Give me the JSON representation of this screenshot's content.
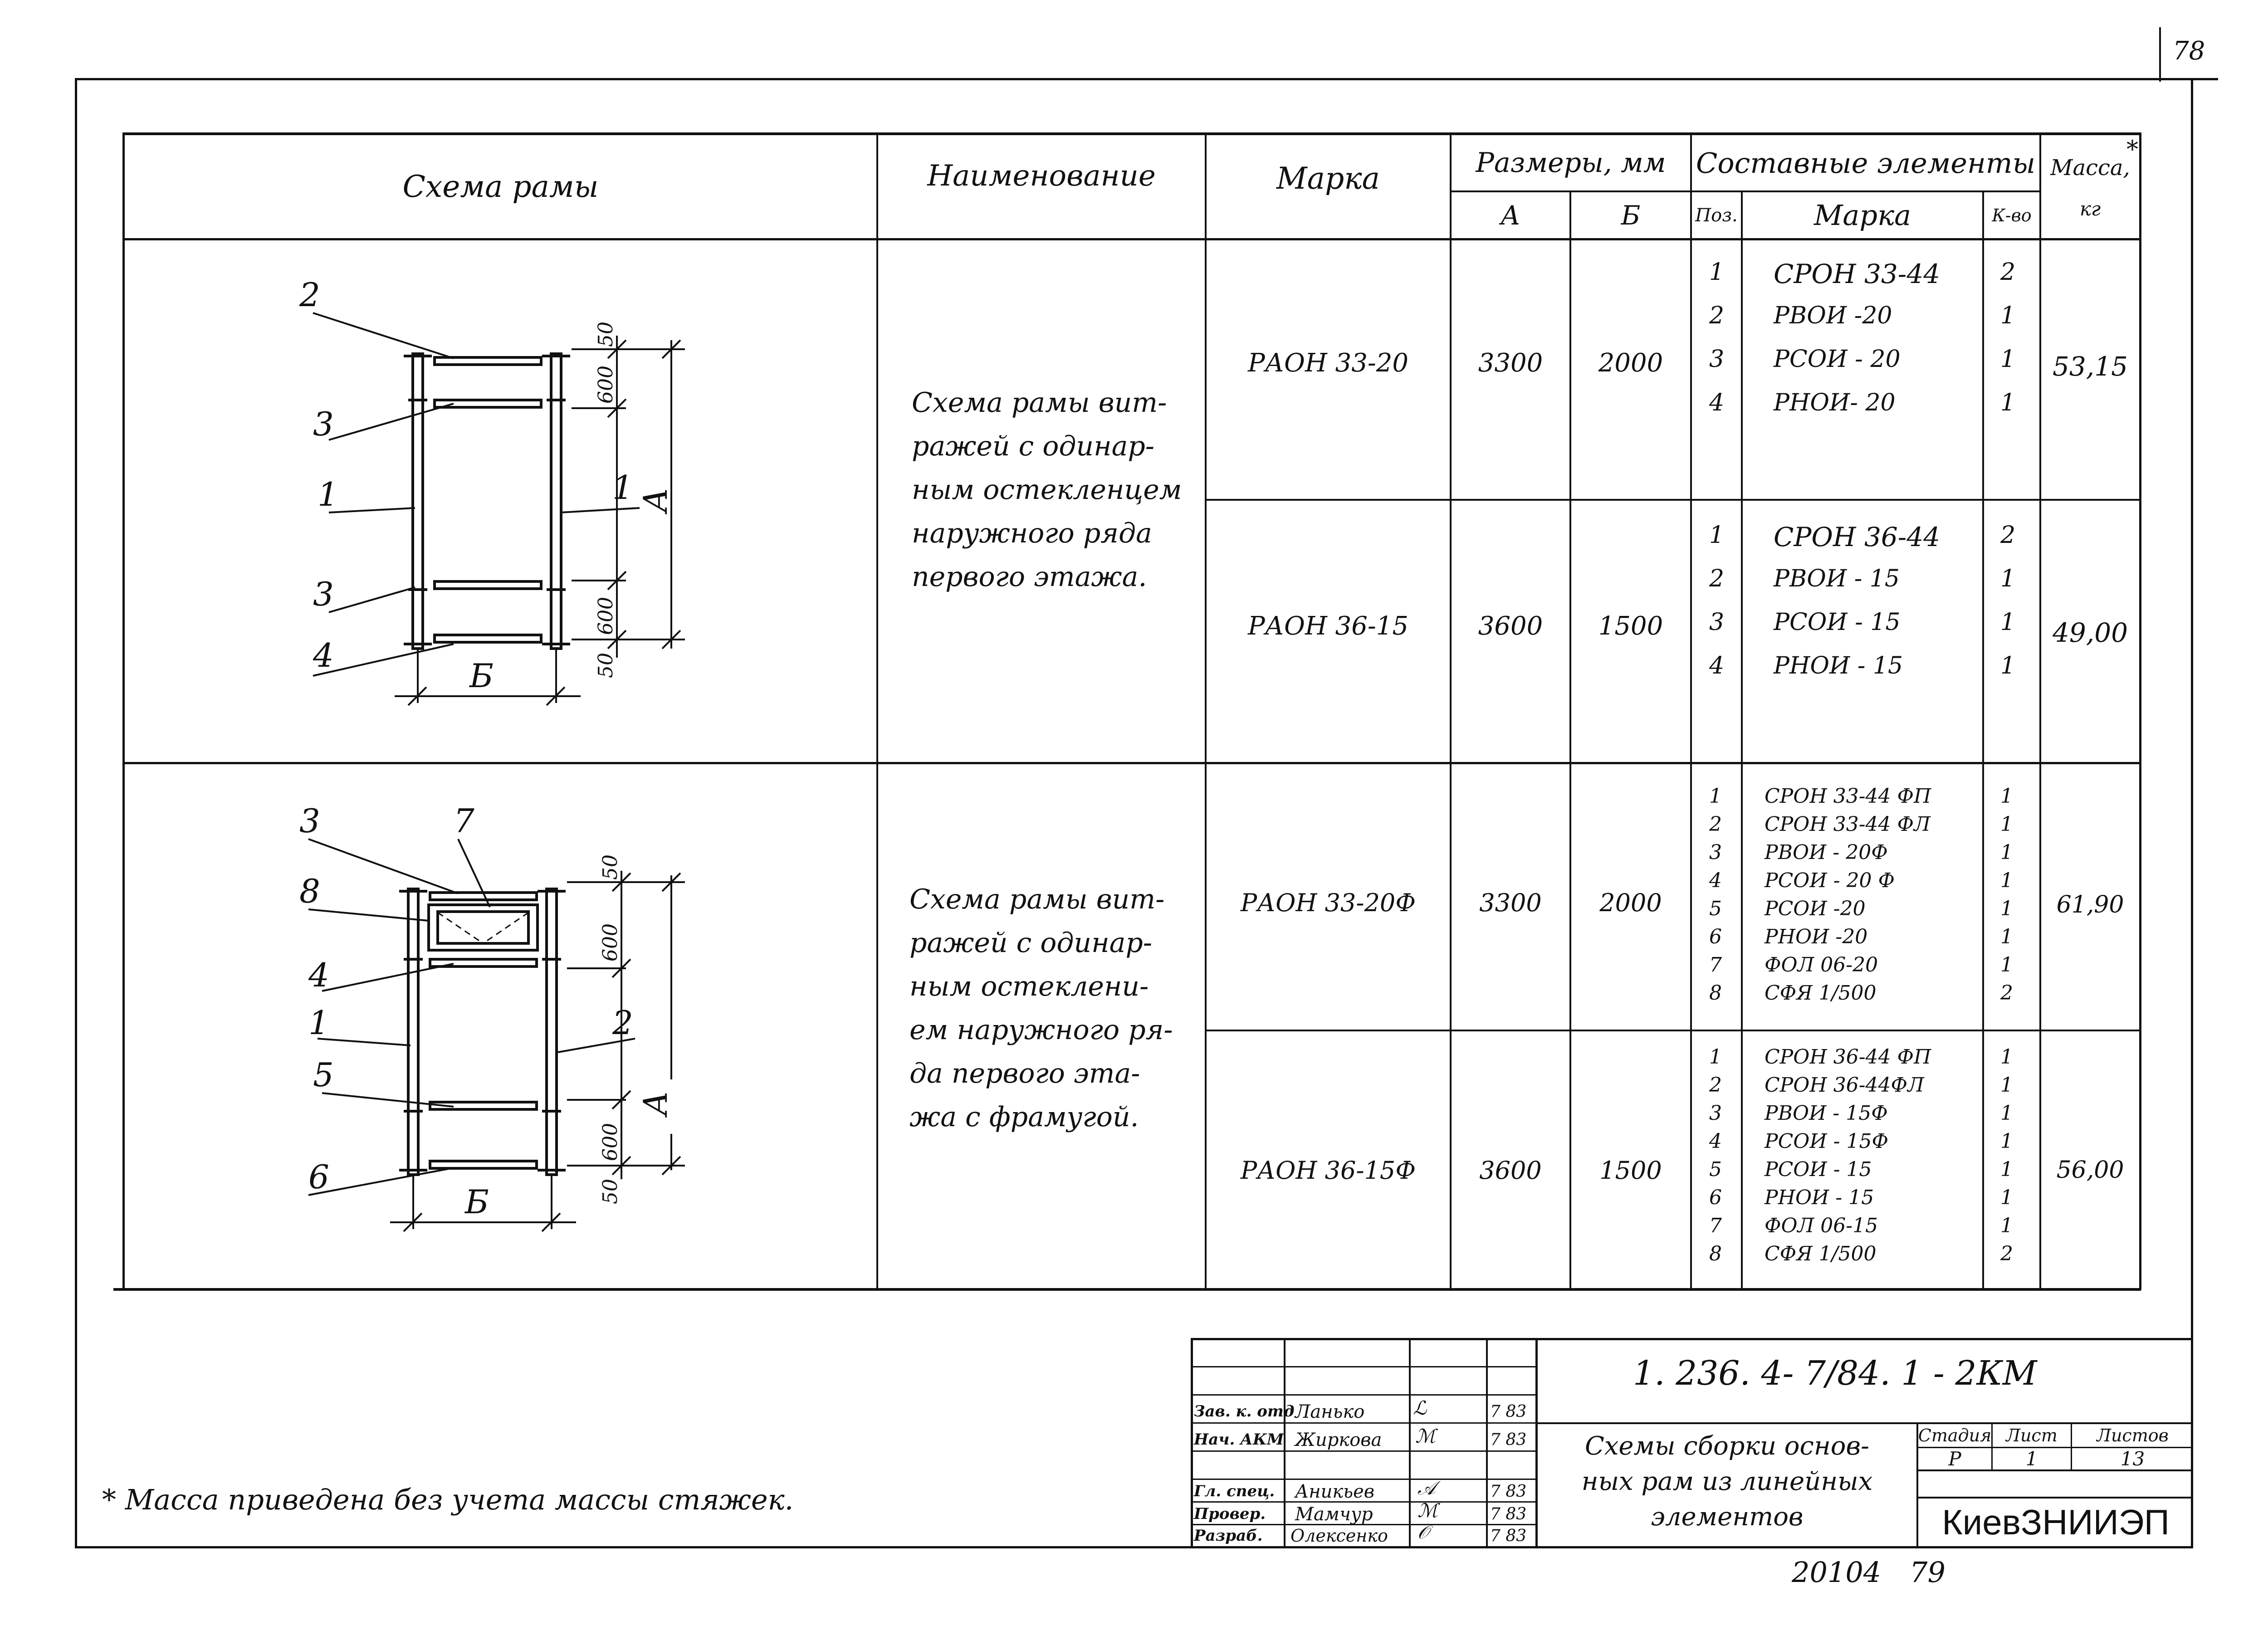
{
  "page_number": "78",
  "headers": {
    "scheme": "Схема рамы",
    "name": "Наименование",
    "mark": "Марка",
    "sizes": "Размеры, мм",
    "size_a": "А",
    "size_b": "Б",
    "components": "Составные элементы",
    "pos": "Поз.",
    "comp_mark": "Марка",
    "qty": "К-во",
    "mass": "Масса,",
    "mass_unit": "кг",
    "mass_star": "*"
  },
  "sections": [
    {
      "name_lines": [
        "Схема рамы вит-",
        "ражей с одинар-",
        "ным остекленцем",
        "наружного ряда",
        "первого этажа."
      ],
      "diagram": {
        "labels": [
          "2",
          "3",
          "1",
          "1",
          "3",
          "4"
        ],
        "dims": [
          "50",
          "600",
          "600",
          "50"
        ],
        "dim_a": "А",
        "dim_b": "Б"
      },
      "rows": [
        {
          "mark": "РАОН 33-20",
          "a": "3300",
          "b": "2000",
          "mass": "53,15",
          "items": [
            {
              "pos": "1",
              "mark": "СРОН 33-44",
              "qty": "2"
            },
            {
              "pos": "2",
              "mark": "РВОИ -20",
              "qty": "1"
            },
            {
              "pos": "3",
              "mark": "РСОИ - 20",
              "qty": "1"
            },
            {
              "pos": "4",
              "mark": "РНОИ- 20",
              "qty": "1"
            }
          ]
        },
        {
          "mark": "РАОН 36-15",
          "a": "3600",
          "b": "1500",
          "mass": "49,00",
          "items": [
            {
              "pos": "1",
              "mark": "СРОН 36-44",
              "qty": "2"
            },
            {
              "pos": "2",
              "mark": "РВОИ - 15",
              "qty": "1"
            },
            {
              "pos": "3",
              "mark": "РСОИ - 15",
              "qty": "1"
            },
            {
              "pos": "4",
              "mark": "РНОИ - 15",
              "qty": "1"
            }
          ]
        }
      ]
    },
    {
      "name_lines": [
        "Схема рамы вит-",
        "ражей с одинар-",
        "ным остеклени-",
        "ем наружного ря-",
        "да первого эта-",
        "жа с фрамугой."
      ],
      "diagram": {
        "labels": [
          "3",
          "7",
          "8",
          "4",
          "1",
          "2",
          "5",
          "6"
        ],
        "dims": [
          "50",
          "600",
          "600",
          "50"
        ],
        "dim_a": "А",
        "dim_b": "Б"
      },
      "rows": [
        {
          "mark": "РАОН 33-20Ф",
          "a": "3300",
          "b": "2000",
          "mass": "61,90",
          "items": [
            {
              "pos": "1",
              "mark": "СРОН 33-44 ФП",
              "qty": "1"
            },
            {
              "pos": "2",
              "mark": "СРОН 33-44 ФЛ",
              "qty": "1"
            },
            {
              "pos": "3",
              "mark": "РВОИ - 20Ф",
              "qty": "1"
            },
            {
              "pos": "4",
              "mark": "РСОИ - 20 Ф",
              "qty": "1"
            },
            {
              "pos": "5",
              "mark": "РСОИ -20",
              "qty": "1"
            },
            {
              "pos": "6",
              "mark": "РНОИ -20",
              "qty": "1"
            },
            {
              "pos": "7",
              "mark": "ФОЛ 06-20",
              "qty": "1"
            },
            {
              "pos": "8",
              "mark": "СФЯ 1/500",
              "qty": "2"
            }
          ]
        },
        {
          "mark": "РАОН 36-15Ф",
          "a": "3600",
          "b": "1500",
          "mass": "56,00",
          "items": [
            {
              "pos": "1",
              "mark": "СРОН 36-44 ФП",
              "qty": "1"
            },
            {
              "pos": "2",
              "mark": "СРОН 36-44ФЛ",
              "qty": "1"
            },
            {
              "pos": "3",
              "mark": "РВОИ - 15Ф",
              "qty": "1"
            },
            {
              "pos": "4",
              "mark": "РСОИ - 15Ф",
              "qty": "1"
            },
            {
              "pos": "5",
              "mark": "РСОИ - 15",
              "qty": "1"
            },
            {
              "pos": "6",
              "mark": "РНОИ - 15",
              "qty": "1"
            },
            {
              "pos": "7",
              "mark": "ФОЛ 06-15",
              "qty": "1"
            },
            {
              "pos": "8",
              "mark": "СФЯ 1/500",
              "qty": "2"
            }
          ]
        }
      ]
    }
  ],
  "title_block": {
    "doc_code": "1. 236. 4- 7/84. 1 - 2КМ",
    "description_lines": [
      "Схемы сборки основ-",
      "ных рам из линейных",
      "элементов"
    ],
    "stage_label": "Стадия",
    "sheet_label": "Лист",
    "sheets_label": "Листов",
    "stage": "Р",
    "sheet": "1",
    "sheets": "13",
    "organization": "КиевЗНИИЭП",
    "staff": [
      {
        "role": "Зав. к. отд",
        "name": "Ланько",
        "date": "7 83"
      },
      {
        "role": "Нач. АКМ",
        "name": "Жиркова",
        "date": "7 83"
      },
      {
        "role": "Гл. спец.",
        "name": "Аникьев",
        "date": "7 83"
      },
      {
        "role": "Провер.",
        "name": "Мамчур",
        "date": "7 83"
      },
      {
        "role": "Разраб.",
        "name": "Олексенко",
        "date": "7 83"
      }
    ]
  },
  "footnote": "* Масса приведена без учета массы стяжек.",
  "archive": {
    "number": "20104",
    "page": "79"
  }
}
